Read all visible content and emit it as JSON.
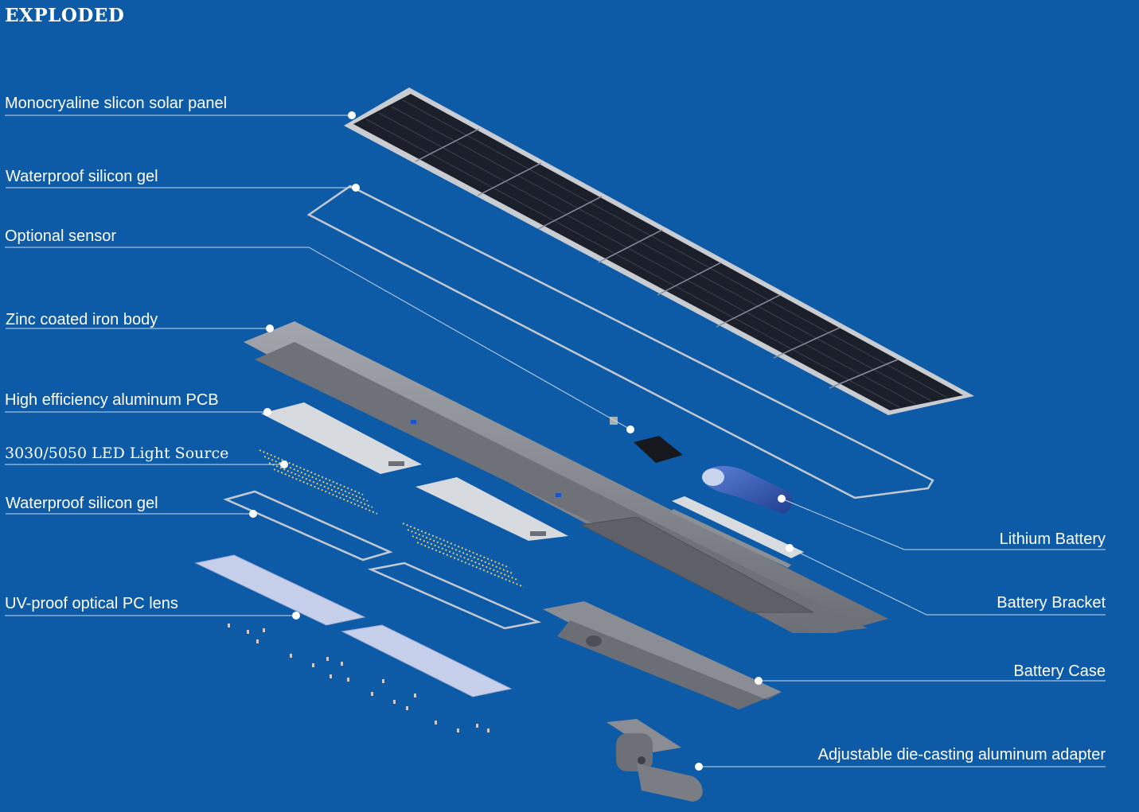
{
  "title": "EXPLODED",
  "labels_left": {
    "solar_panel": "Monocryaline slicon solar panel",
    "silicon_gel_top": "Waterproof silicon gel",
    "optional_sensor": "Optional sensor",
    "iron_body": "Zinc coated iron body",
    "aluminum_pcb": "High efficiency aluminum PCB",
    "led_source": "3030/5050 LED Light  Source",
    "silicon_gel_bottom": "Waterproof silicon gel",
    "pc_lens": "UV-proof optical PC lens"
  },
  "labels_right": {
    "lithium_battery": "Lithium Battery",
    "battery_bracket": "Battery Bracket",
    "battery_case": "Battery Case",
    "adapter": "Adjustable die-casting aluminum adapter"
  },
  "colors": {
    "background": "#0d5aa6",
    "leader_line": "#c6d9ec",
    "solar_cell": "#1b1f29",
    "body_grey": "#7d8087",
    "battery_blue": "#2d57b8"
  }
}
